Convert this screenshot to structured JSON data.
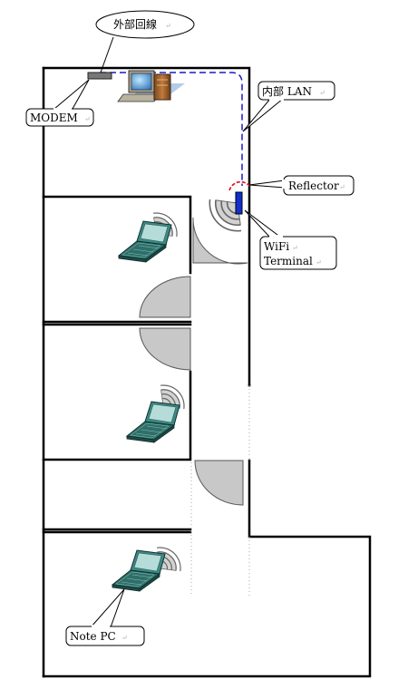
{
  "labels": {
    "external_line": "外部回線",
    "modem": "MODEM",
    "internal_lan": "内部 LAN",
    "reflector": "Reflector",
    "wifi_line1": "WiFi",
    "wifi_line2": "Terminal",
    "note_pc": "Note PC"
  },
  "paragraph_mark": "↵",
  "colors": {
    "wall": "#000000",
    "lan_cable": "#1a1acc",
    "reflector": "#e01010",
    "wifi_terminal": "#1030d0",
    "door": "#c8c8c8",
    "laptop": "#3c8a86"
  },
  "icons": [
    "desktop-pc-icon",
    "laptop-icon",
    "wifi-signal-icon",
    "modem-icon"
  ]
}
